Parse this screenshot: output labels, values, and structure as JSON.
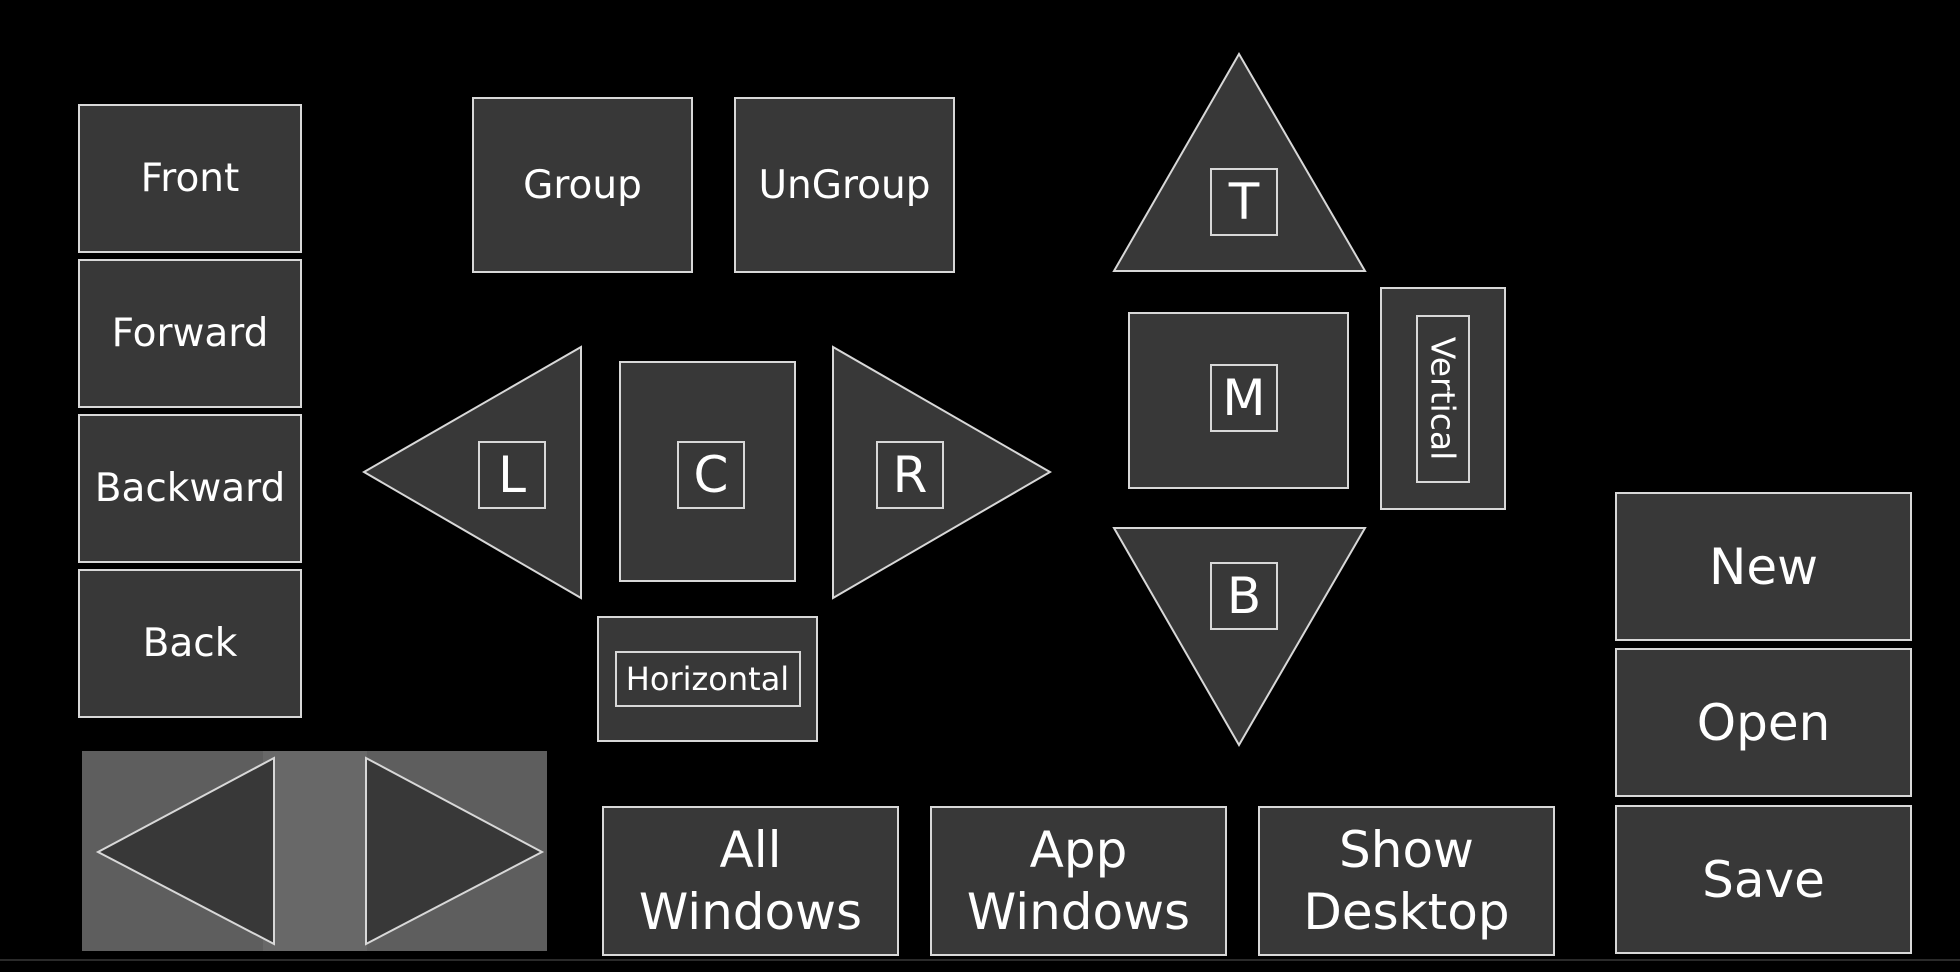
{
  "arrange": {
    "front": "Front",
    "forward": "Forward",
    "backward": "Backward",
    "back": "Back"
  },
  "grouping": {
    "group": "Group",
    "ungroup": "UnGroup"
  },
  "align_horizontal": {
    "left": "L",
    "center": "C",
    "right": "R",
    "distribute": "Horizontal"
  },
  "align_vertical": {
    "top": "T",
    "middle": "M",
    "bottom": "B",
    "distribute": "Vertical"
  },
  "windows": {
    "all_windows": "All\nWindows",
    "app_windows": "App\nWindows",
    "show_desktop": "Show\nDesktop"
  },
  "file": {
    "new": "New",
    "open": "Open",
    "save": "Save"
  },
  "navigation": {
    "previous_icon": "triangle-left-icon",
    "next_icon": "triangle-right-icon"
  },
  "colors": {
    "button_fill": "#383838",
    "border": "#d8d8d8",
    "background": "#000000",
    "nav_panel": "#5e5e5e"
  }
}
